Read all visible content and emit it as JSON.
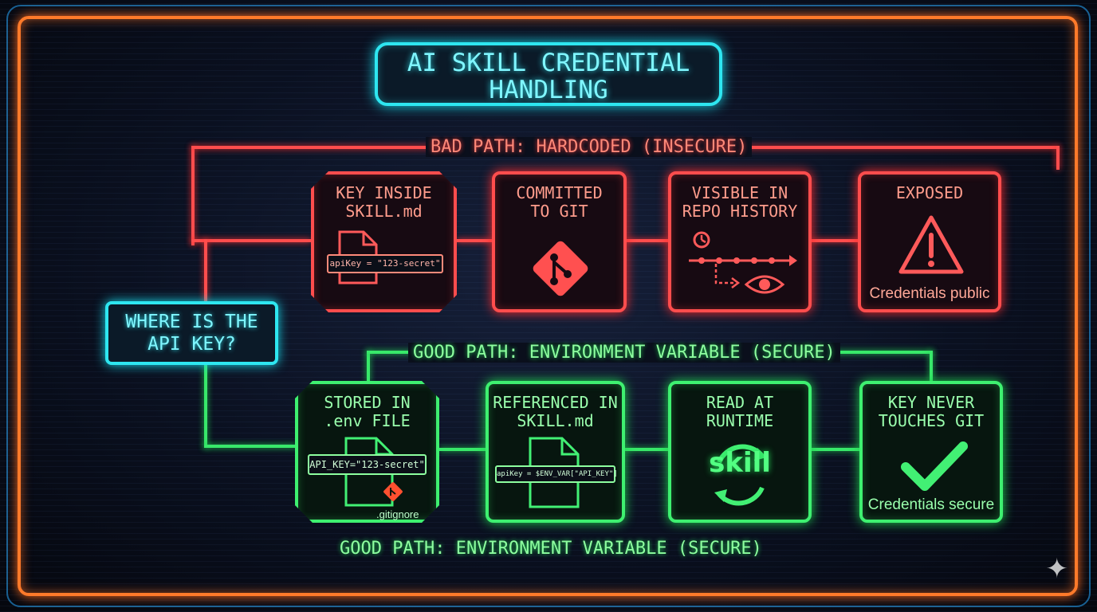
{
  "title": "AI SKILL CREDENTIAL HANDLING",
  "question": "WHERE IS THE API KEY?",
  "bad_path": {
    "label": "BAD PATH: HARDCODED (INSECURE)",
    "steps": [
      {
        "title": "KEY INSIDE SKILL.md",
        "code": "apiKey = \"123-secret\"",
        "icon": "document-icon"
      },
      {
        "title": "COMMITTED TO GIT",
        "icon": "git-icon"
      },
      {
        "title": "VISIBLE IN REPO HISTORY",
        "icon": "history-eye-icon"
      },
      {
        "title": "EXPOSED",
        "caption": "Credentials public",
        "icon": "warning-icon"
      }
    ]
  },
  "good_path": {
    "label": "GOOD PATH: ENVIRONMENT VARIABLE (SECURE)",
    "label_bottom": "GOOD PATH: ENVIRONMENT VARIABLE (SECURE)",
    "steps": [
      {
        "title": "STORED IN .env FILE",
        "code": "API_KEY=\"123-secret\"",
        "badge": ".gitignore",
        "icon": "document-icon"
      },
      {
        "title": "REFERENCED IN SKILL.md",
        "code": "apiKey = $ENV_VAR[\"API_KEY\"]",
        "icon": "document-icon"
      },
      {
        "title": "READ AT RUNTIME",
        "logo": "skill",
        "icon": "refresh-cycle-icon"
      },
      {
        "title": "KEY NEVER TOUCHES GIT",
        "caption": "Credentials secure",
        "icon": "checkmark-icon"
      }
    ]
  },
  "colors": {
    "bad": "#ff4d4d",
    "good": "#3ef070",
    "accent": "#2ee6f0",
    "frame": "#ff7a2a"
  }
}
